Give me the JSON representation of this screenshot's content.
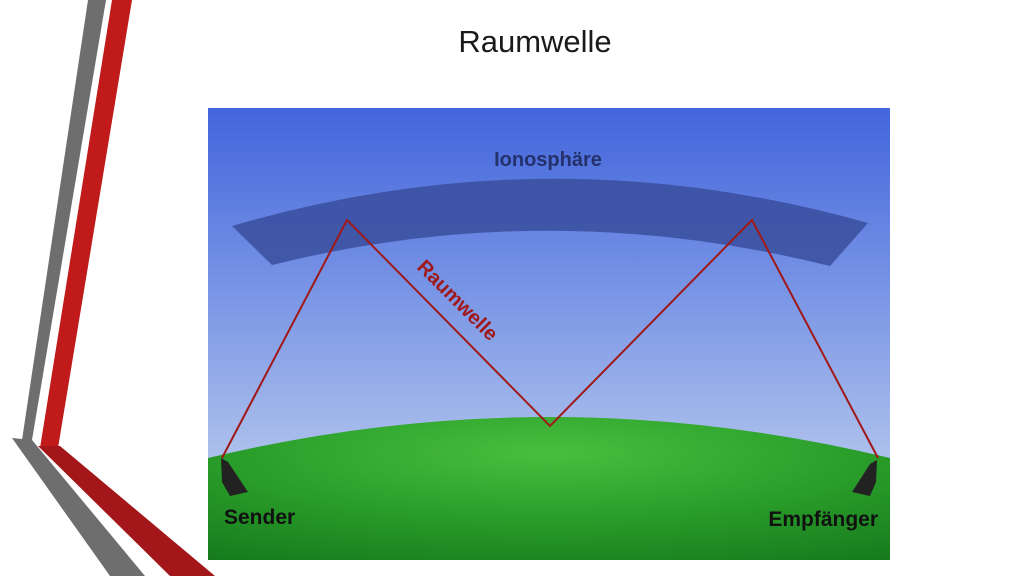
{
  "slide": {
    "title": "Raumwelle"
  },
  "diagram": {
    "ionosphere_label": "Ionosphäre",
    "wave_label": "Raumwelle",
    "sender_label": "Sender",
    "receiver_label": "Empfänger"
  },
  "colors": {
    "sky_top": "#4468d8",
    "sky_bottom": "#c7d8f0",
    "ionosphere": "#3b4f9a",
    "ground": "#2a9a2a",
    "wave": "#a01818",
    "accent_red": "#c01a1a",
    "accent_gray": "#6e6e6e"
  }
}
